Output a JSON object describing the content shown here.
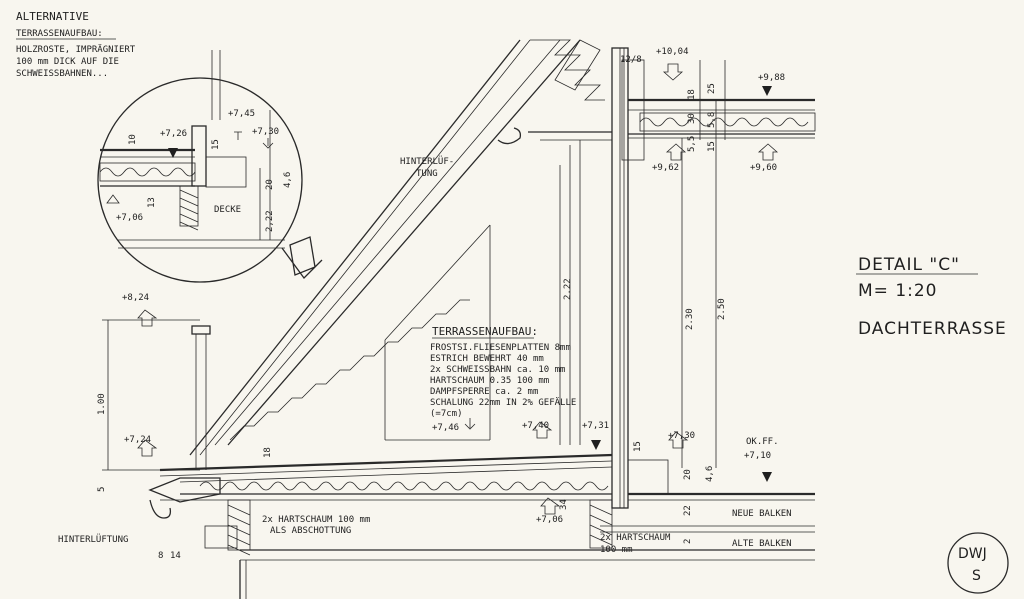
{
  "alternative": {
    "title": "ALTERNATIVE",
    "subtitle": "TERRASSENAUFBAU:",
    "lines": [
      "HOLZROSTE, IMPRÄGNIERT",
      "100 mm DICK AUF DIE",
      "SCHWEISSBAHNEN..."
    ],
    "levels": [
      "+7,26",
      "+7,45",
      "+7,30",
      "+7,06"
    ],
    "dims": [
      "10",
      "15",
      "20",
      "4,6",
      "2,22",
      "13"
    ],
    "decke": "DECKE"
  },
  "upper": {
    "window": "12/8",
    "levels": [
      "+10,04",
      "+9,88",
      "+9,62",
      "+9,60"
    ],
    "dims": [
      "18",
      "25",
      "30",
      "5,8",
      "15",
      "5,5"
    ],
    "hinterlueftung": "HINTERLÜF-\nTUNG"
  },
  "detail": {
    "title": "DETAIL \"C\"",
    "scale": "M= 1:20",
    "name": "DACHTERRASSE"
  },
  "build_up": {
    "title": "TERRASSENAUFBAU:",
    "lines": [
      "FROSTSI.FLIESENPLATTEN 8mm",
      "ESTRICH BEWEHRT 40 mm",
      "2x SCHWEISSBAHN ca. 10 mm",
      "HARTSCHAUM 0.35 100 mm",
      "DAMPFSPERRE ca. 2 mm",
      "SCHALUNG 22mm IN 2% GEFÄLLE",
      "(=7cm)"
    ]
  },
  "lower": {
    "levels": [
      "+8,24",
      "+7,24",
      "+7,46",
      "+7,40",
      "+7,31",
      "+7,30",
      "+7,06"
    ],
    "dims": [
      "1.00",
      "5",
      "18",
      "2.22",
      "2.30",
      "2.50",
      "34",
      "20",
      "4,6",
      "22",
      "2",
      "15"
    ],
    "okff_label": "OK.FF.",
    "okff_value": "+7,10",
    "neue_balken": "NEUE BALKEN",
    "alte_balken": "ALTE BALKEN",
    "hartschaum_left": "2x HARTSCHAUM 100 mm\nALS ABSCHOTTUNG",
    "hartschaum_right": "2x HARTSCHAUM\n100 mm",
    "hinterlueftung": "HINTERLÜFTUNG",
    "small_dims": [
      "8",
      "14"
    ]
  },
  "stamp": {
    "line1": "DWJ",
    "line2": "S"
  }
}
